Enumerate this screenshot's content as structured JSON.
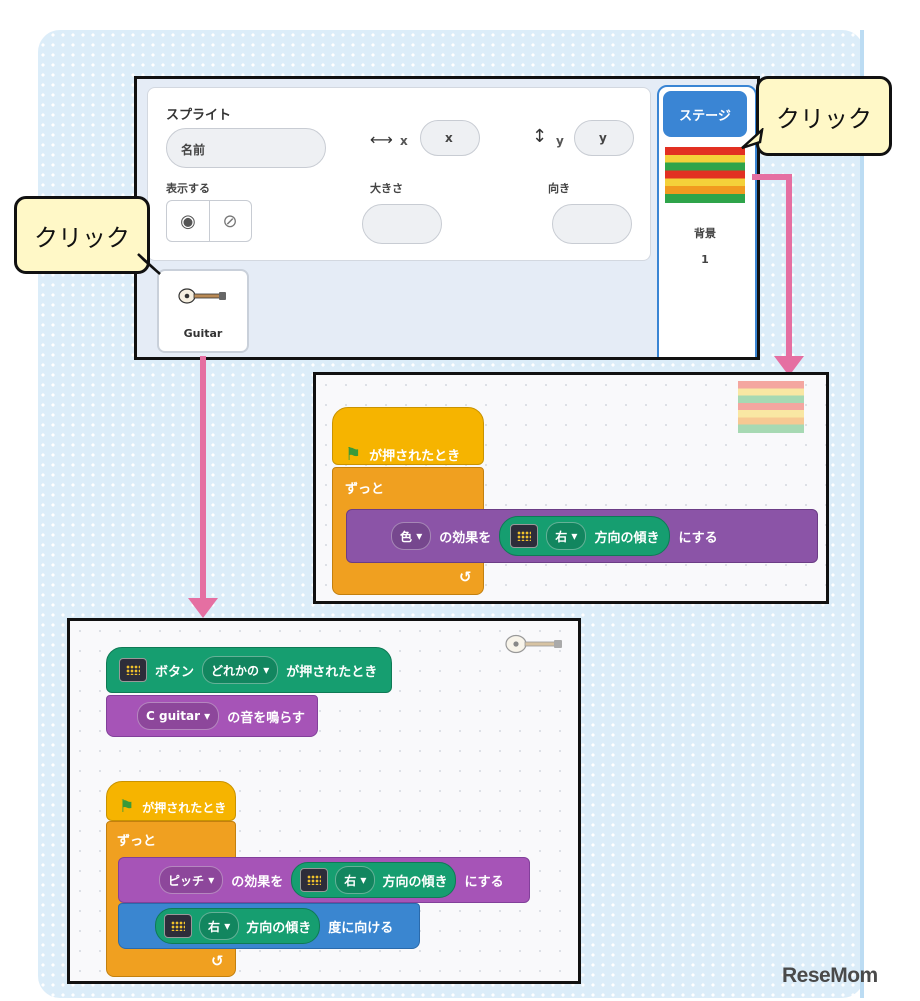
{
  "callouts": {
    "stage_click": "クリック",
    "sprite_click": "クリック"
  },
  "sprite_panel": {
    "header": "スプライト",
    "name_placeholder": "名前",
    "x_label": "x",
    "x_value": "x",
    "y_label": "y",
    "y_value": "y",
    "show_label": "表示する",
    "size_label": "大きさ",
    "direction_label": "向き",
    "sprite_name": "Guitar",
    "stage_tab": "ステージ",
    "backdrop_label": "背景",
    "backdrop_count": "1"
  },
  "stage_script": {
    "when_flag": "が押されたとき",
    "forever": "ずっと",
    "effect_dropdown": "色",
    "effect_text": "の効果を",
    "direction_dropdown": "右",
    "tilt_text": "方向の傾き",
    "set_text": "にする"
  },
  "guitar_script": {
    "button_text": "ボタン",
    "button_dropdown": "どれかの",
    "pressed_text": "が押されたとき",
    "sound_dropdown": "C guitar",
    "play_sound_text": "の音を鳴らす",
    "when_flag": "が押されたとき",
    "forever": "ずっと",
    "effect_dropdown": "ピッチ",
    "effect_text": "の効果を",
    "direction_dropdown": "右",
    "tilt_text": "方向の傾き",
    "set_text": "にする",
    "direction_dropdown2": "右",
    "tilt_text2": "方向の傾き",
    "point_text": "度に向ける"
  },
  "watermark": "ReseMom",
  "colors": {
    "events": "#f6b400",
    "control": "#f0a020",
    "looks": "#8b54a7",
    "microbit": "#169e70",
    "sound": "#a654b7",
    "motion": "#3a86d0",
    "stage_tab": "#3a85d4",
    "arrow": "#e56fa2"
  }
}
